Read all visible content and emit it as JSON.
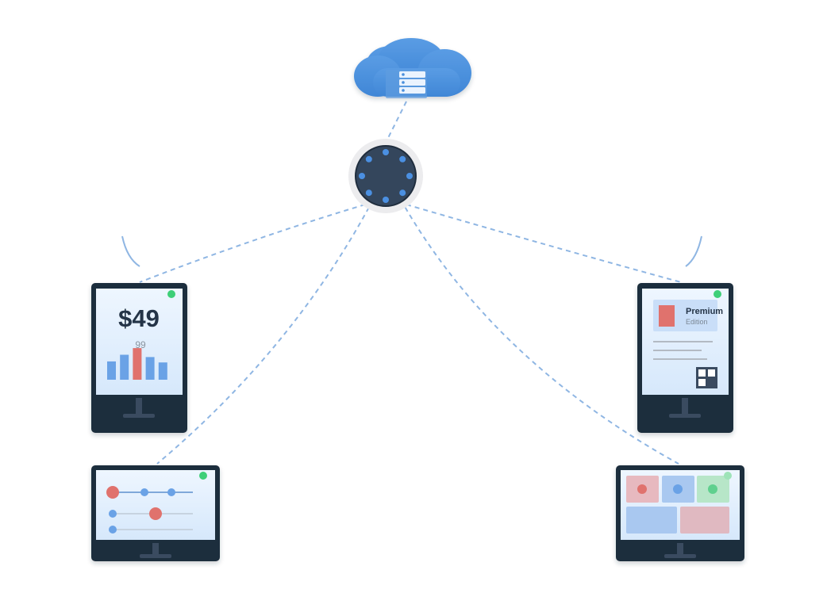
{
  "diagram": {
    "colors": {
      "link": "#8fb6e3",
      "cloud": "#4a8fdc",
      "hub": "#34465c",
      "hub_node": "#4b90e2",
      "screen_frame": "#1f2d3d",
      "screen_bg": "#e4f0fd",
      "status_online": "#3ecf78",
      "accent_red": "#e0726d",
      "accent_blue": "#6aa2e6"
    },
    "cloud": {
      "icon": "server-stack-icon"
    },
    "hub": {
      "icon": "network-hub-icon"
    },
    "displays": {
      "price": {
        "price": "$49",
        "cents": "99",
        "bars": [
          0.55,
          0.75,
          0.95,
          0.68,
          0.52
        ],
        "highlight_bar": 2,
        "status": "online"
      },
      "product": {
        "title": "Premium",
        "subtitle": "Edition",
        "icon": "qr-code-icon",
        "status": "online"
      },
      "sliders": {
        "levels": [
          0.0,
          0.5,
          0.0
        ],
        "status": "online"
      },
      "tiles": {
        "status": "online"
      }
    }
  }
}
